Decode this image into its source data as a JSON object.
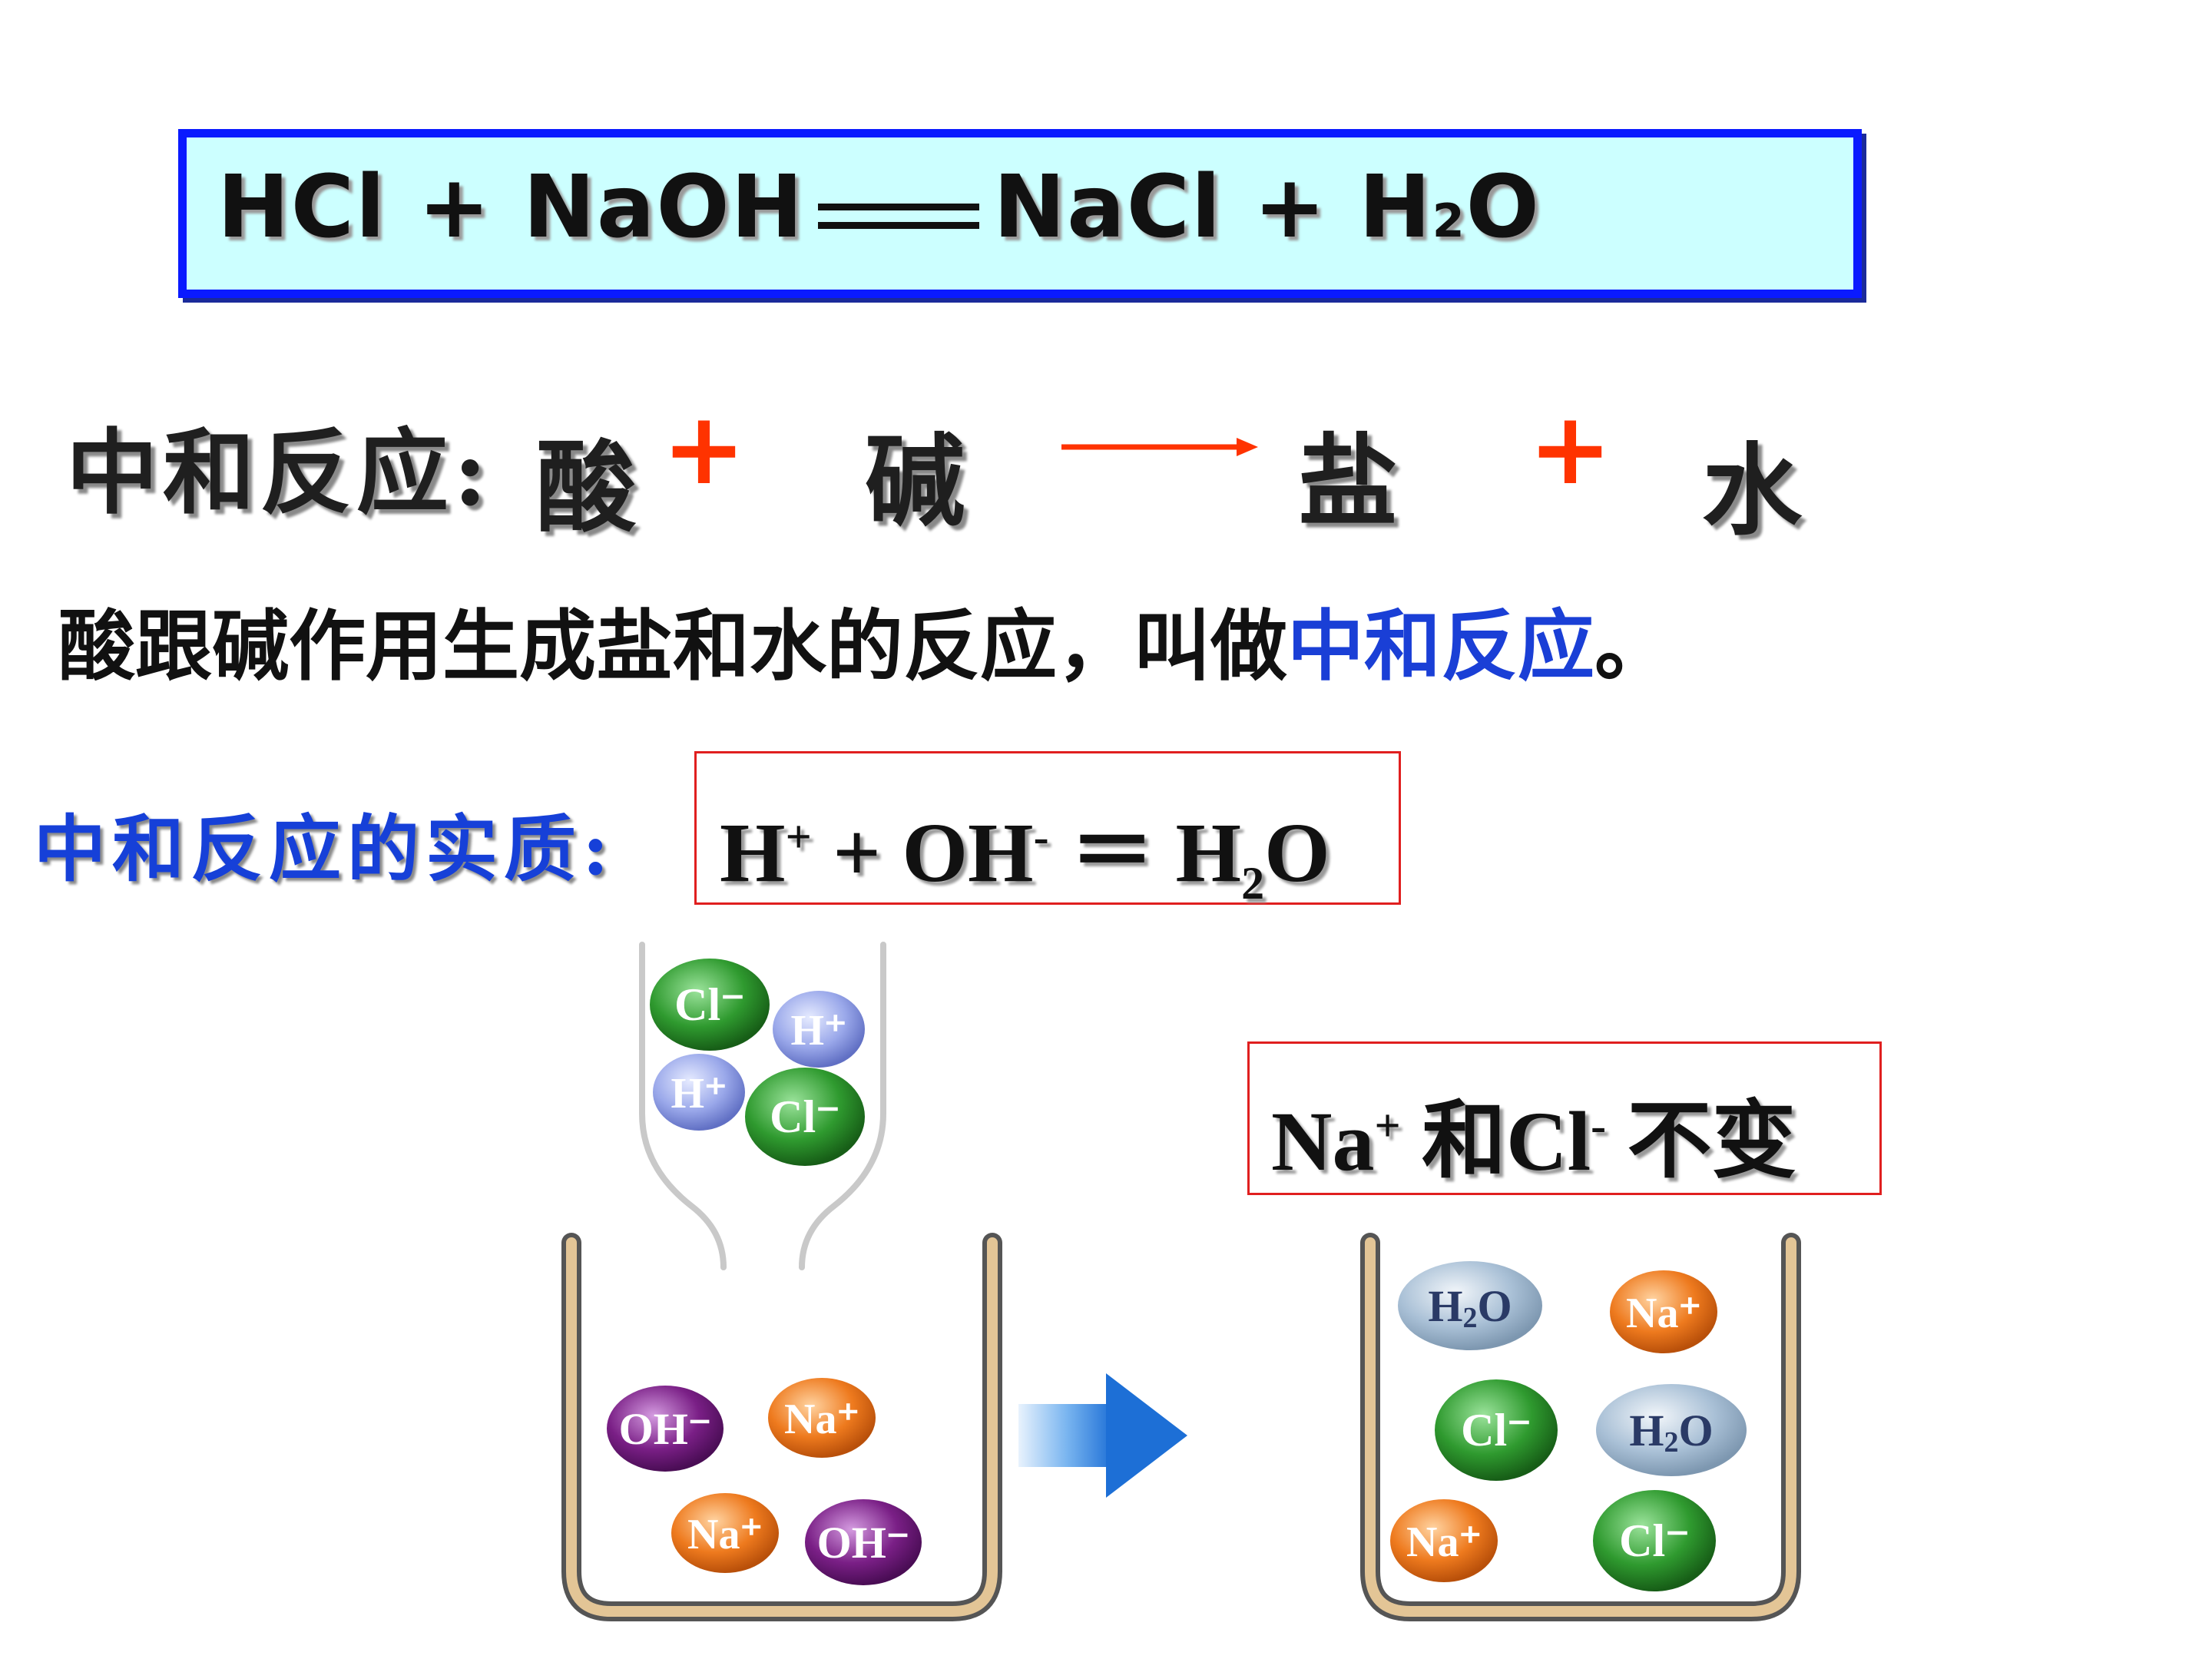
{
  "equation": {
    "left": "HCl + NaOH",
    "right_main": "NaCl + H",
    "right_sub": "2",
    "right_end": "O"
  },
  "word_eq": {
    "label": "中和反应:",
    "acid": "酸",
    "plus1": "+",
    "base": "碱",
    "salt": "盐",
    "plus2": "+",
    "water": "水"
  },
  "definition": {
    "part1": "酸跟碱作用生成盐和水的反应，叫做",
    "highlight": "中和反应",
    "end": "。"
  },
  "essence": {
    "label": "中和反应的实质:",
    "ionic": {
      "h": "H",
      "h_charge": "+",
      "plus": " + OH",
      "oh_charge": "-",
      "eq": " ＝ H",
      "sub": "2",
      "o": "O"
    }
  },
  "unchanged": {
    "na": "Na",
    "na_charge": "+",
    "mid": " 和Cl",
    "cl_charge": "-",
    "end": " 不变"
  },
  "ions": {
    "cl": "Cl⁻",
    "h": "H⁺",
    "oh": "OH⁻",
    "na": "Na⁺",
    "h2o_h": "H",
    "h2o_sub": "2",
    "h2o_o": "O"
  },
  "colors": {
    "box_border": "#0a1aff",
    "box_fill": "#ccffff",
    "arrow_red": "#ff3300",
    "highlight_blue": "#1a3fd6",
    "frame_red": "#e01f1f",
    "cl_green": "#2f9a2f",
    "h_blue": "#9aa8ea",
    "oh_purple": "#7a1f86",
    "na_orange": "#ee7a1e",
    "h2o_grey": "#a9c0d6",
    "beaker_tan": "#d8b98a",
    "arrow_blue": "#2a7fe0"
  }
}
